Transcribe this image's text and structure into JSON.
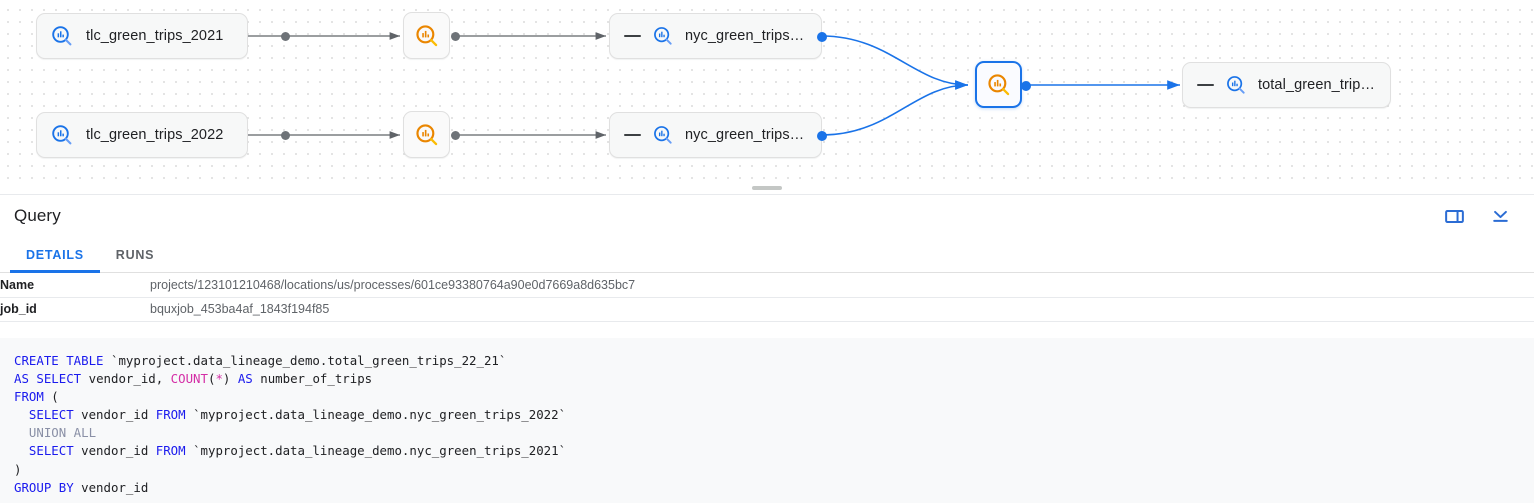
{
  "lineage": {
    "nodes": [
      {
        "id": "tlc2021",
        "label": "tlc_green_trips_2021",
        "kind": "table",
        "icon": "bigquery-table-icon"
      },
      {
        "id": "tlc2022",
        "label": "tlc_green_trips_2022",
        "kind": "table",
        "icon": "bigquery-table-icon"
      },
      {
        "id": "proc1",
        "label": "",
        "kind": "process",
        "icon": "bigquery-process-icon"
      },
      {
        "id": "proc2",
        "label": "",
        "kind": "process",
        "icon": "bigquery-process-icon"
      },
      {
        "id": "nyc2021",
        "label": "nyc_green_trips…",
        "kind": "table-collapsible",
        "icon": "bigquery-table-icon"
      },
      {
        "id": "nyc2022",
        "label": "nyc_green_trips…",
        "kind": "table-collapsible",
        "icon": "bigquery-table-icon"
      },
      {
        "id": "proc3",
        "label": "",
        "kind": "process-selected",
        "icon": "bigquery-process-icon"
      },
      {
        "id": "total",
        "label": "total_green_trip…",
        "kind": "table-collapsible",
        "icon": "bigquery-table-icon"
      }
    ],
    "collapse_icon": "minus-icon",
    "colors": {
      "accent": "#1a73e8",
      "process": "#ea8600",
      "table": "#1a73e8",
      "edge": "#5f6368",
      "edge_selected": "#1a73e8"
    }
  },
  "panel": {
    "title": "Query",
    "actions": [
      {
        "name": "split-panel-icon",
        "label": "Split panel"
      },
      {
        "name": "collapse-panel-icon",
        "label": "Collapse panel"
      }
    ],
    "tabs": [
      {
        "label": "DETAILS",
        "active": true
      },
      {
        "label": "RUNS",
        "active": false
      }
    ],
    "details": [
      {
        "key": "Name",
        "value": "projects/123101210468/locations/us/processes/601ce93380764a90e0d7669a8d635bc7"
      },
      {
        "key": "job_id",
        "value": "bquxjob_453ba4af_1843f194f85"
      }
    ],
    "query_lines": [
      [
        {
          "t": "CREATE TABLE ",
          "c": "kw"
        },
        {
          "t": "`myproject.data_lineage_demo.total_green_trips_22_21`",
          "c": ""
        }
      ],
      [
        {
          "t": "AS SELECT ",
          "c": "kw"
        },
        {
          "t": "vendor_id, ",
          "c": ""
        },
        {
          "t": "COUNT",
          "c": "fn"
        },
        {
          "t": "(",
          "c": ""
        },
        {
          "t": "*",
          "c": "fn"
        },
        {
          "t": ") ",
          "c": ""
        },
        {
          "t": "AS ",
          "c": "kw"
        },
        {
          "t": "number_of_trips",
          "c": ""
        }
      ],
      [
        {
          "t": "FROM",
          "c": "kw"
        },
        {
          "t": " (",
          "c": ""
        }
      ],
      [
        {
          "t": "  ",
          "c": ""
        },
        {
          "t": "SELECT ",
          "c": "kw"
        },
        {
          "t": "vendor_id ",
          "c": ""
        },
        {
          "t": "FROM ",
          "c": "kw"
        },
        {
          "t": "`myproject.data_lineage_demo.nyc_green_trips_2022`",
          "c": ""
        }
      ],
      [
        {
          "t": "  ",
          "c": ""
        },
        {
          "t": "UNION ALL",
          "c": "mut"
        }
      ],
      [
        {
          "t": "  ",
          "c": ""
        },
        {
          "t": "SELECT ",
          "c": "kw"
        },
        {
          "t": "vendor_id ",
          "c": ""
        },
        {
          "t": "FROM ",
          "c": "kw"
        },
        {
          "t": "`myproject.data_lineage_demo.nyc_green_trips_2021`",
          "c": ""
        }
      ],
      [
        {
          "t": ")",
          "c": ""
        }
      ],
      [
        {
          "t": "GROUP BY ",
          "c": "kw"
        },
        {
          "t": "vendor_id",
          "c": ""
        }
      ]
    ]
  }
}
